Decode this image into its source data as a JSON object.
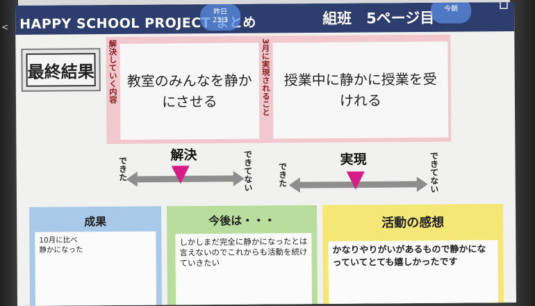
{
  "header": {
    "app_title": "HAPPY SCHOOL PROJECT まとめ",
    "right_title": "組班　5ページ目",
    "date_overlay": "昨日\n23:3",
    "right_overlay": "今朝"
  },
  "result": {
    "label": "最終結果"
  },
  "goals": {
    "label_resolve": "解決していく内容",
    "text_resolve": "教室のみんなを静かにさせる",
    "label_realize": "3月に実現されること",
    "text_realize": "授業中に静かに授業を受けれる"
  },
  "scales": [
    {
      "title": "解決",
      "left_label": "できた",
      "right_label": "できてない",
      "marker_position": 0.45
    },
    {
      "title": "実現",
      "left_label": "できた",
      "right_label": "できてない",
      "marker_position": 0.48
    }
  ],
  "cards": {
    "outcome": {
      "title": "成果",
      "body": "10月に比べ\n静かになった"
    },
    "future": {
      "title": "今後は・・・",
      "body": "しかしまだ完全に静かになったとは言えないのでこれからも活動を続けていきたい"
    },
    "impressions": {
      "title": "活動の感想",
      "body": "かなりやりがいがあるもので静かになっていてとても嬉しかったです"
    }
  },
  "colors": {
    "header_bg": "#2c3d6e",
    "frame_pink": "#f2c8cf",
    "marker": "#d81c85",
    "card_blue": "#a9c9e9",
    "card_green": "#b8dd9d",
    "card_yellow": "#f4e776"
  }
}
